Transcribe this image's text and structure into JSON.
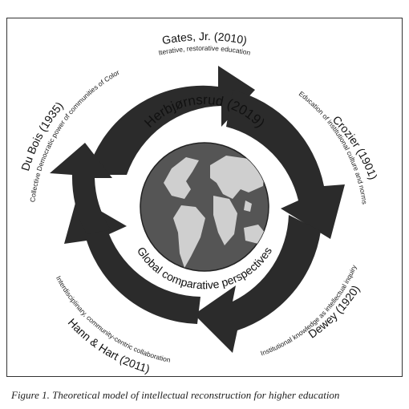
{
  "caption": "Figure 1. Theoretical model of intellectual reconstruction for higher education",
  "center": {
    "title": "Herbjørnsrud (2019)",
    "subtitle": "Global comparative perspectives"
  },
  "nodes": [
    {
      "name": "Gates, Jr. (2010)",
      "desc": "Iterative, restorative education"
    },
    {
      "name": "Crozier (1901)",
      "desc": "Education of institutional culture and norms"
    },
    {
      "name": "Dewey (1920)",
      "desc": "Institutional knowledge as intellectual inquiry"
    },
    {
      "name": "Hann & Hart (2011)",
      "desc": "Interdisciplinary, community-centric collaboration"
    },
    {
      "name": "Du Bois (1935)",
      "desc": "Collective Democratic power of communities of Color"
    }
  ],
  "colors": {
    "arrow": "#2b2b2b",
    "globe_ocean": "#555555",
    "globe_land": "#cfcfcf"
  }
}
